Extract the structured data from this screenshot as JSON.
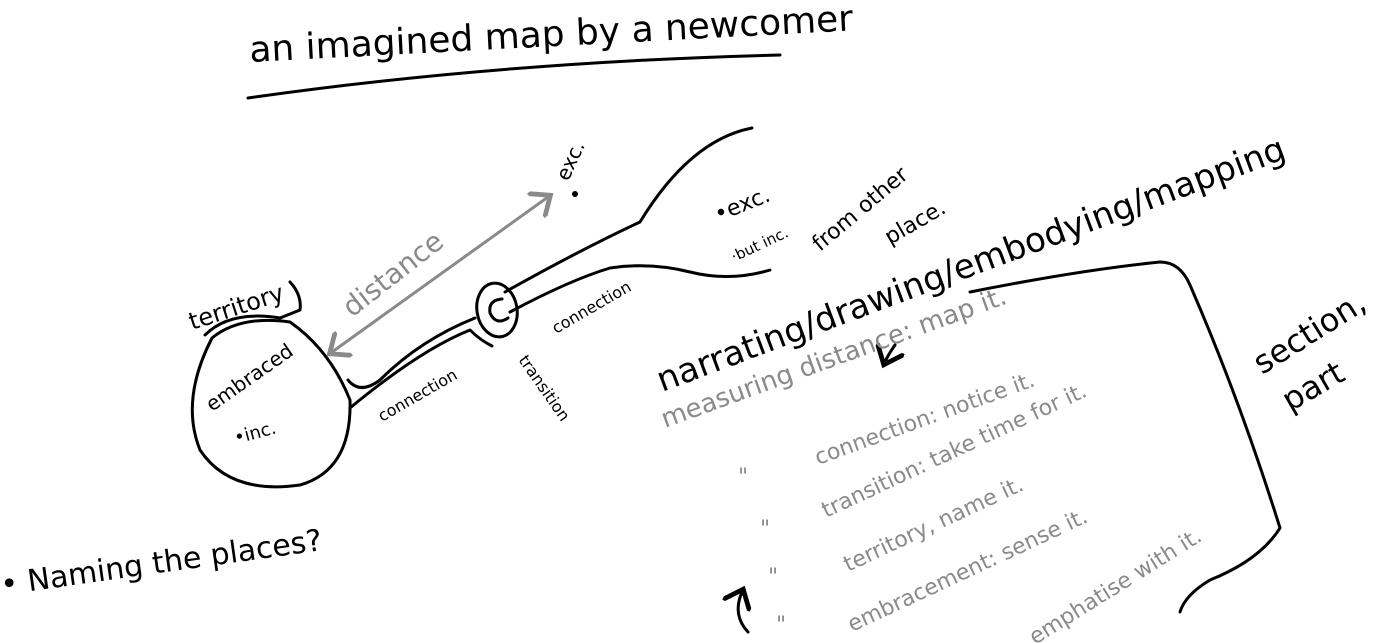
{
  "title": "an imagined map by a newcomer",
  "map_labels": {
    "exc_top": "exc.",
    "exc_right": "•exc.",
    "but_inc": "·but inc.",
    "from_other_place_1": "from other",
    "from_other_place_2": "place.",
    "territory": "territory",
    "embraced": "embraced",
    "inc": "•inc.",
    "distance": "distance",
    "connection_lower": "connection",
    "transition": "transition",
    "connection_upper": "connection"
  },
  "process_heading": "narrating/drawing/embodying/mapping",
  "side_note": {
    "line1": "section,",
    "line2": "part"
  },
  "steps": [
    {
      "mark": "",
      "text": "measuring distance: map it."
    },
    {
      "mark": "\"",
      "text": "connection: notice it."
    },
    {
      "mark": "\"",
      "text": "transition: take time for it."
    },
    {
      "mark": "\"",
      "text": "territory, name it."
    },
    {
      "mark": "\"",
      "text": "embracement: sense it."
    },
    {
      "mark": "",
      "text": "emphatise with it."
    }
  ],
  "question": "• Naming the places?",
  "colors": {
    "ink": "#000000",
    "pencil": "#8a8a8a"
  }
}
